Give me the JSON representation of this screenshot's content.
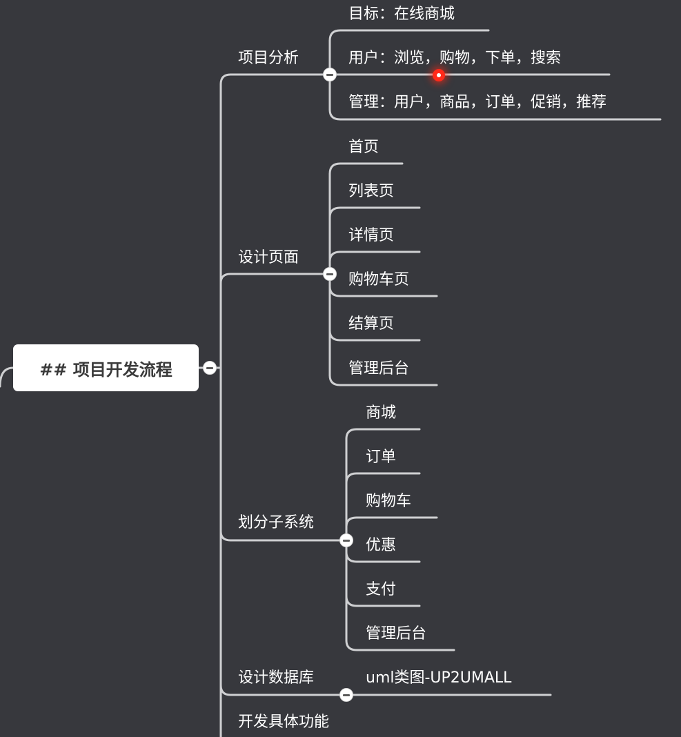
{
  "root": {
    "label": "## 项目开发流程"
  },
  "branches": {
    "analysis": {
      "label": "项目分析",
      "children": [
        "目标：在线商城",
        "用户：浏览，购物，下单，搜索",
        "管理：用户，商品，订单，促销，推荐"
      ]
    },
    "pages": {
      "label": "设计页面",
      "children": [
        "首页",
        "列表页",
        "详情页",
        "购物车页",
        "结算页",
        "管理后台"
      ]
    },
    "subsystems": {
      "label": "划分子系统",
      "children": [
        "商城",
        "订单",
        "购物车",
        "优惠",
        "支付",
        "管理后台"
      ]
    },
    "database": {
      "label": "设计数据库",
      "children": [
        "uml类图-UP2UMALL"
      ]
    },
    "develop": {
      "label": "开发具体功能"
    }
  },
  "colors": {
    "background": "#37383d",
    "line": "#cfd0d2",
    "text": "#ffffff",
    "root_fill": "#ffffff",
    "cursor": "#ff2a1a"
  }
}
